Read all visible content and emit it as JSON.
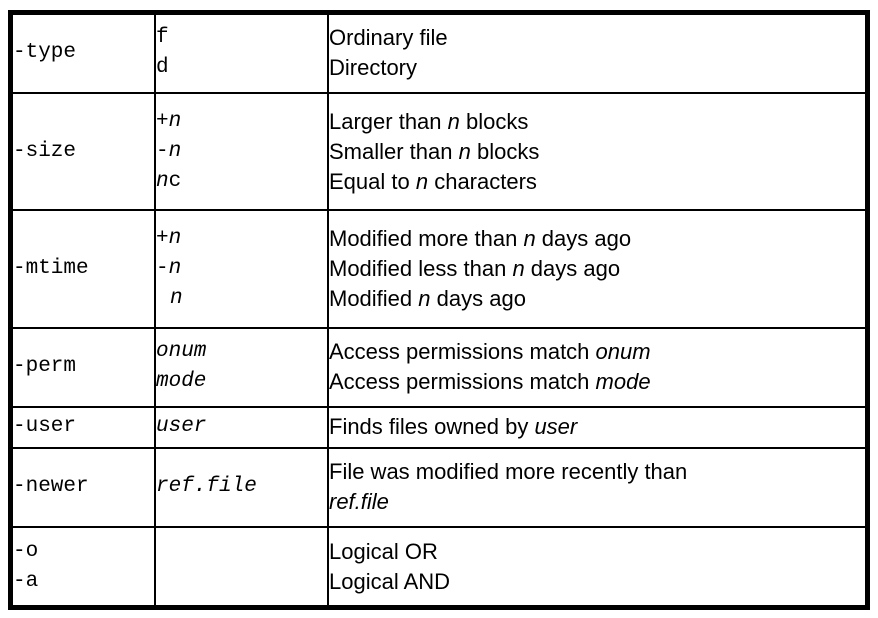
{
  "document": {
    "kind": "reference-table",
    "title": "find command options",
    "colors": {
      "background": "#ffffff",
      "text": "#000000",
      "border": "#000000"
    }
  },
  "table": {
    "column_count": 3,
    "rows": [
      {
        "id": "type",
        "option": {
          "lines": [
            "-type"
          ]
        },
        "argument": {
          "lines": [
            {
              "parts": [
                {
                  "text": "f",
                  "style": "mono"
                }
              ]
            },
            {
              "parts": [
                {
                  "text": "d",
                  "style": "mono"
                }
              ]
            }
          ]
        },
        "description": {
          "lines": [
            {
              "parts": [
                {
                  "text": "Ordinary file",
                  "style": "normal"
                }
              ]
            },
            {
              "parts": [
                {
                  "text": "Directory",
                  "style": "normal"
                }
              ]
            }
          ]
        }
      },
      {
        "id": "size",
        "option": {
          "lines": [
            "-size"
          ]
        },
        "argument": {
          "lines": [
            {
              "parts": [
                {
                  "text": "+",
                  "style": "mono"
                },
                {
                  "text": "n",
                  "style": "italic"
                }
              ]
            },
            {
              "parts": [
                {
                  "text": "-",
                  "style": "mono"
                },
                {
                  "text": "n",
                  "style": "italic"
                }
              ]
            },
            {
              "parts": [
                {
                  "text": "n",
                  "style": "italic"
                },
                {
                  "text": "c",
                  "style": "mono"
                }
              ]
            }
          ]
        },
        "description": {
          "lines": [
            {
              "parts": [
                {
                  "text": "Larger than ",
                  "style": "normal"
                },
                {
                  "text": "n",
                  "style": "italic"
                },
                {
                  "text": " blocks",
                  "style": "normal"
                }
              ]
            },
            {
              "parts": [
                {
                  "text": "Smaller than ",
                  "style": "normal"
                },
                {
                  "text": "n",
                  "style": "italic"
                },
                {
                  "text": " blocks",
                  "style": "normal"
                }
              ]
            },
            {
              "parts": [
                {
                  "text": "Equal to ",
                  "style": "normal"
                },
                {
                  "text": "n",
                  "style": "italic"
                },
                {
                  "text": " characters",
                  "style": "normal"
                }
              ]
            }
          ]
        }
      },
      {
        "id": "mtime",
        "option": {
          "lines": [
            "-mtime"
          ]
        },
        "argument": {
          "lines": [
            {
              "parts": [
                {
                  "text": "+",
                  "style": "mono"
                },
                {
                  "text": "n",
                  "style": "italic"
                }
              ]
            },
            {
              "parts": [
                {
                  "text": "-",
                  "style": "mono"
                },
                {
                  "text": "n",
                  "style": "italic"
                }
              ]
            },
            {
              "indent": true,
              "parts": [
                {
                  "text": "n",
                  "style": "italic"
                }
              ]
            }
          ]
        },
        "description": {
          "lines": [
            {
              "parts": [
                {
                  "text": "Modified more than ",
                  "style": "normal"
                },
                {
                  "text": "n",
                  "style": "italic"
                },
                {
                  "text": " days ago",
                  "style": "normal"
                }
              ]
            },
            {
              "parts": [
                {
                  "text": "Modified less than ",
                  "style": "normal"
                },
                {
                  "text": "n",
                  "style": "italic"
                },
                {
                  "text": " days ago",
                  "style": "normal"
                }
              ]
            },
            {
              "parts": [
                {
                  "text": "Modified ",
                  "style": "normal"
                },
                {
                  "text": "n",
                  "style": "italic"
                },
                {
                  "text": " days ago",
                  "style": "normal"
                }
              ]
            }
          ]
        }
      },
      {
        "id": "perm",
        "option": {
          "lines": [
            "-perm"
          ]
        },
        "argument": {
          "lines": [
            {
              "parts": [
                {
                  "text": "onum",
                  "style": "italic"
                }
              ]
            },
            {
              "parts": [
                {
                  "text": "mode",
                  "style": "italic"
                }
              ]
            }
          ]
        },
        "description": {
          "lines": [
            {
              "parts": [
                {
                  "text": "Access permissions match ",
                  "style": "normal"
                },
                {
                  "text": "onum",
                  "style": "italic"
                }
              ]
            },
            {
              "parts": [
                {
                  "text": "Access permissions match ",
                  "style": "normal"
                },
                {
                  "text": "mode",
                  "style": "italic"
                }
              ]
            }
          ]
        }
      },
      {
        "id": "user",
        "option": {
          "lines": [
            "-user"
          ]
        },
        "argument": {
          "lines": [
            {
              "parts": [
                {
                  "text": "user",
                  "style": "italic"
                }
              ]
            }
          ]
        },
        "description": {
          "lines": [
            {
              "parts": [
                {
                  "text": "Finds files owned by ",
                  "style": "normal"
                },
                {
                  "text": "user",
                  "style": "italic"
                }
              ]
            }
          ]
        }
      },
      {
        "id": "newer",
        "option": {
          "lines": [
            "-newer"
          ]
        },
        "argument": {
          "lines": [
            {
              "parts": [
                {
                  "text": "ref.file",
                  "style": "italic"
                }
              ]
            }
          ]
        },
        "description": {
          "lines": [
            {
              "parts": [
                {
                  "text": "File was modified more recently than",
                  "style": "normal"
                }
              ]
            },
            {
              "parts": [
                {
                  "text": "ref.file",
                  "style": "italic"
                }
              ]
            }
          ]
        }
      },
      {
        "id": "logical",
        "option": {
          "lines": [
            "-o",
            "-a"
          ]
        },
        "argument": {
          "lines": []
        },
        "description": {
          "lines": [
            {
              "parts": [
                {
                  "text": "Logical OR",
                  "style": "normal"
                }
              ]
            },
            {
              "parts": [
                {
                  "text": "Logical AND",
                  "style": "normal"
                }
              ]
            }
          ]
        }
      }
    ]
  }
}
